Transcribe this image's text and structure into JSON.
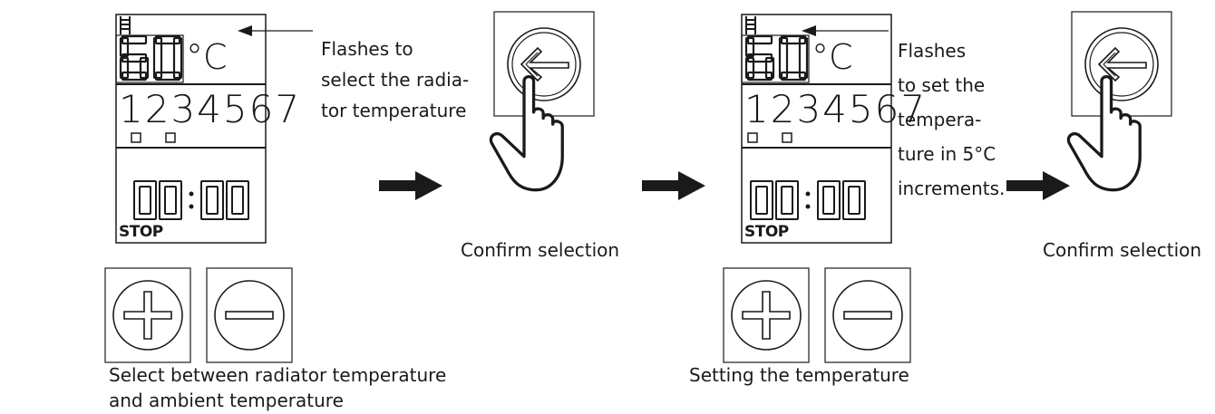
{
  "display": {
    "temperature_value": "60",
    "temperature_unit": "°C",
    "days": "1234567",
    "time": "00:00",
    "status": "STOP"
  },
  "step1": {
    "annotation_lines": [
      "Flashes to",
      "select the radia-",
      "tor temperature"
    ],
    "button_caption_lines": [
      "Select between radiator temperature",
      "and ambient temperature"
    ]
  },
  "step2": {
    "caption": "Confirm selection"
  },
  "step3": {
    "annotation_lines": [
      "Flashes",
      "to set the",
      "tempera-",
      "ture in 5°C",
      "increments."
    ],
    "button_caption": "Setting the temperature"
  },
  "step4": {
    "caption": "Confirm selection"
  },
  "icons": [
    "radiator-icon",
    "plus-icon",
    "minus-icon",
    "enter-icon",
    "pointing-hand-icon",
    "arrow-right-icon"
  ]
}
